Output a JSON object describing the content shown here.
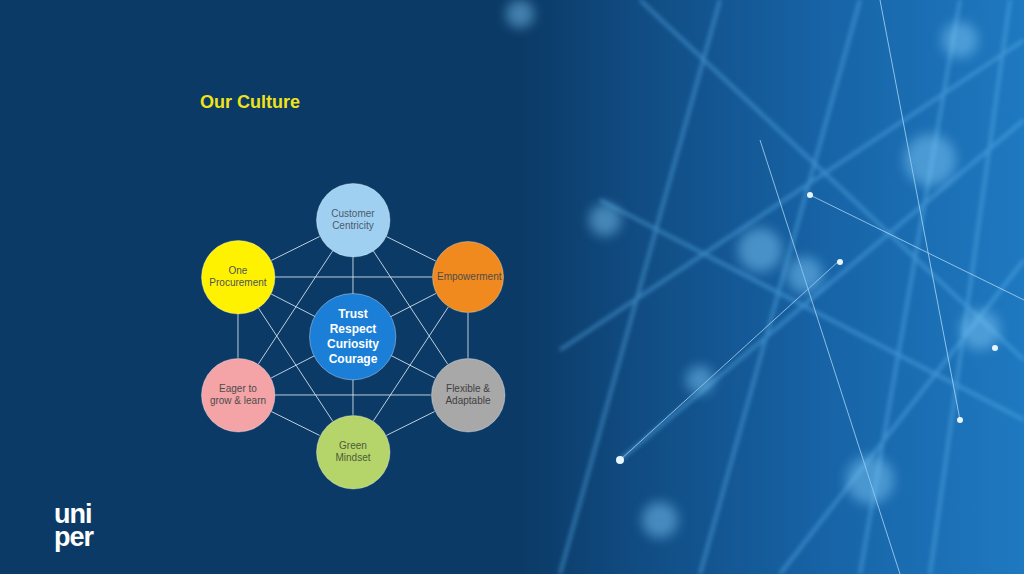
{
  "diagram": {
    "title": "Our Culture",
    "nodes": [
      {
        "text": [
          "Customer Centricity"
        ]
      },
      {
        "text": [
          "One Procurement"
        ]
      },
      {
        "text": [
          "Empowerment"
        ]
      },
      {
        "text": [
          "Trust Respect Curiosity Courage"
        ]
      },
      {
        "text": [
          "Eager to grow & learn"
        ]
      },
      {
        "text": [
          "Flexible & Adaptable"
        ]
      },
      {
        "text": [
          "Green Mindset"
        ]
      }
    ],
    "edges": [
      {
        "from": 0,
        "to": 1,
        "arrow": "none"
      },
      {
        "from": 0,
        "to": 2,
        "arrow": "none"
      },
      {
        "from": 0,
        "to": 4,
        "arrow": "none"
      },
      {
        "from": 0,
        "to": 5,
        "arrow": "none"
      },
      {
        "from": 0,
        "to": 6,
        "arrow": "none"
      },
      {
        "from": 1,
        "to": 2,
        "arrow": "none"
      },
      {
        "from": 1,
        "to": 4,
        "arrow": "none"
      },
      {
        "from": 1,
        "to": 5,
        "arrow": "none"
      },
      {
        "from": 1,
        "to": 6,
        "arrow": "none"
      },
      {
        "from": 2,
        "to": 4,
        "arrow": "none"
      },
      {
        "from": 2,
        "to": 5,
        "arrow": "none"
      },
      {
        "from": 2,
        "to": 6,
        "arrow": "none"
      },
      {
        "from": 4,
        "to": 5,
        "arrow": "none"
      },
      {
        "from": 4,
        "to": 6,
        "arrow": "none"
      },
      {
        "from": 5,
        "to": 6,
        "arrow": "none"
      }
    ],
    "labels": [
      "uni per"
    ]
  }
}
